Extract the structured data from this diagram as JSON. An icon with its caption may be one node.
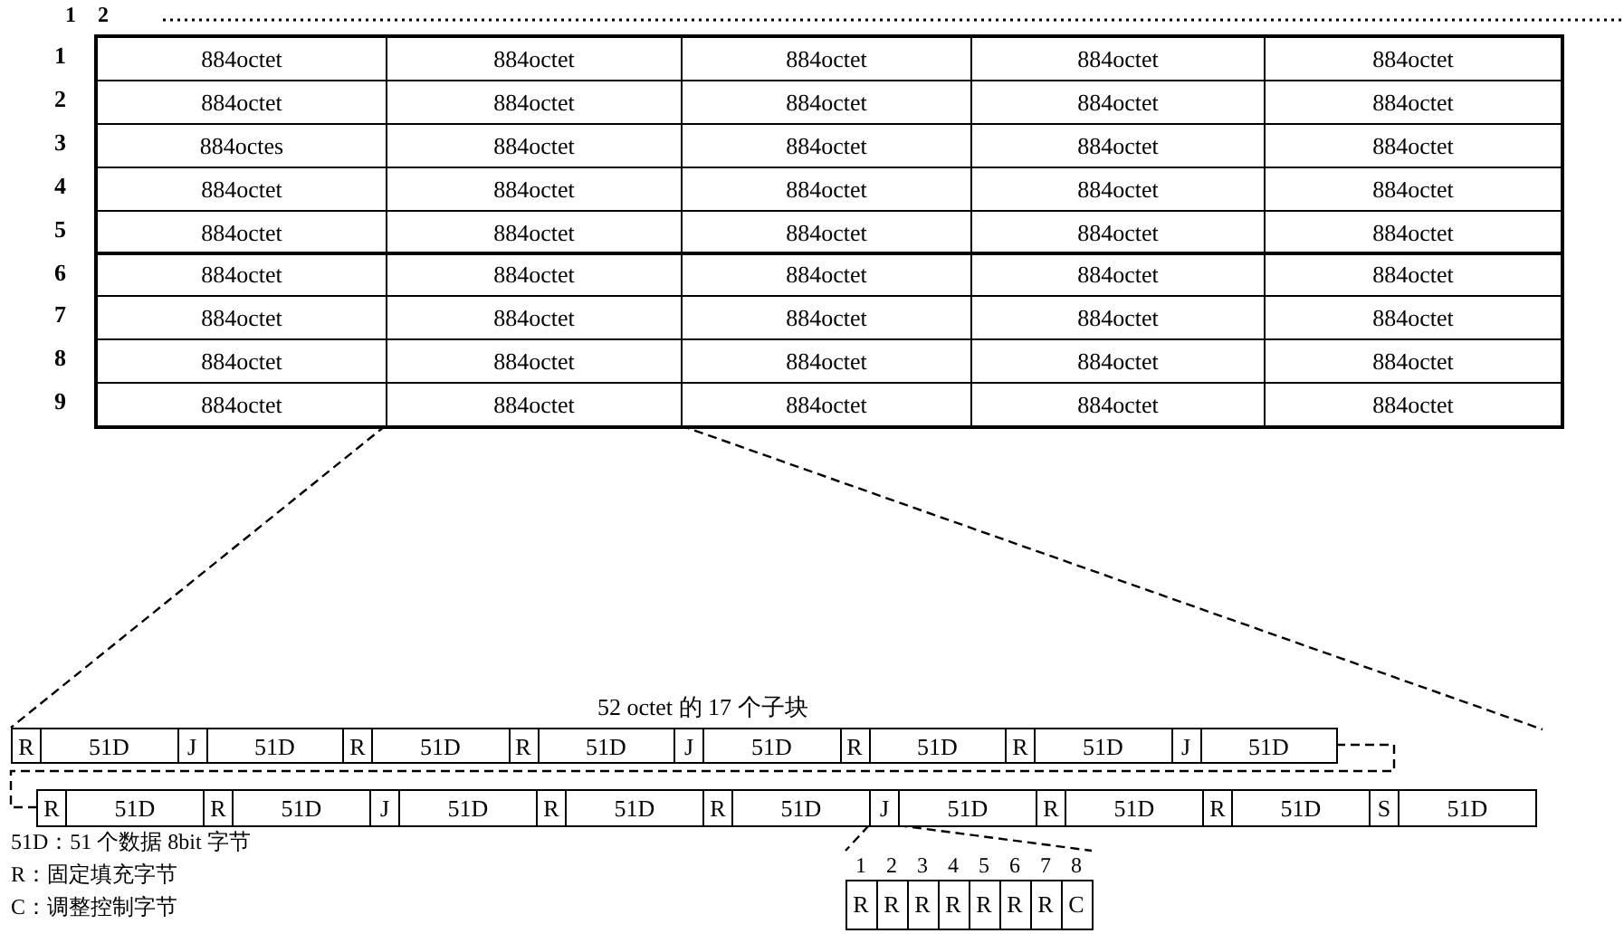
{
  "diagram": {
    "nodes": [
      {
        "text": [
          "884octet"
        ]
      },
      {
        "text": [
          "884octet"
        ]
      },
      {
        "text": [
          "884octet"
        ]
      },
      {
        "text": [
          "884octet"
        ]
      },
      {
        "text": [
          "884octet"
        ]
      },
      {
        "text": [
          "884octet"
        ]
      },
      {
        "text": [
          "884octet"
        ]
      },
      {
        "text": [
          "884octet"
        ]
      },
      {
        "text": [
          "884octet"
        ]
      },
      {
        "text": [
          "884octet"
        ]
      },
      {
        "text": [
          "884octes"
        ]
      },
      {
        "text": [
          "884octet"
        ]
      },
      {
        "text": [
          "884octet"
        ]
      },
      {
        "text": [
          "884octet"
        ]
      },
      {
        "text": [
          "884octet"
        ]
      },
      {
        "text": [
          "884octet"
        ]
      },
      {
        "text": [
          "884octet"
        ]
      },
      {
        "text": [
          "884octet"
        ]
      },
      {
        "text": [
          "884octet"
        ]
      },
      {
        "text": [
          "884octet"
        ]
      },
      {
        "text": [
          "884octet"
        ]
      },
      {
        "text": [
          "884octet"
        ]
      },
      {
        "text": [
          "884octet"
        ]
      },
      {
        "text": [
          "884octet"
        ]
      },
      {
        "text": [
          "884octet"
        ]
      },
      {
        "text": [
          "884octet"
        ]
      },
      {
        "text": [
          "884octet"
        ]
      },
      {
        "text": [
          "884octet"
        ]
      },
      {
        "text": [
          "884octet"
        ]
      },
      {
        "text": [
          "884octet"
        ]
      },
      {
        "text": [
          "884octet"
        ]
      },
      {
        "text": [
          "884octet"
        ]
      },
      {
        "text": [
          "884octet"
        ]
      },
      {
        "text": [
          "884octet"
        ]
      },
      {
        "text": [
          "884octet"
        ]
      },
      {
        "text": [
          "884octet"
        ]
      },
      {
        "text": [
          "884octet"
        ]
      },
      {
        "text": [
          "884octet"
        ]
      },
      {
        "text": [
          "884octet"
        ]
      },
      {
        "text": [
          "884octet"
        ]
      },
      {
        "text": [
          "884octet"
        ]
      },
      {
        "text": [
          "884octet"
        ]
      },
      {
        "text": [
          "884octet"
        ]
      },
      {
        "text": [
          "884octet"
        ]
      },
      {
        "text": [
          "884octet"
        ]
      },
      {
        "text": [
          "R"
        ]
      },
      {
        "text": [
          "51D"
        ]
      },
      {
        "text": [
          "J"
        ]
      },
      {
        "text": [
          "51D"
        ]
      },
      {
        "text": [
          "R"
        ]
      },
      {
        "text": [
          "51D"
        ]
      },
      {
        "text": [
          "R"
        ]
      },
      {
        "text": [
          "51D"
        ]
      },
      {
        "text": [
          "J"
        ]
      },
      {
        "text": [
          "51D"
        ]
      },
      {
        "text": [
          "R"
        ]
      },
      {
        "text": [
          "51D"
        ]
      },
      {
        "text": [
          "R"
        ]
      },
      {
        "text": [
          "51D"
        ]
      },
      {
        "text": [
          "J"
        ]
      },
      {
        "text": [
          "51D"
        ]
      },
      {
        "text": [
          "R"
        ]
      },
      {
        "text": [
          "51D"
        ]
      },
      {
        "text": [
          "R"
        ]
      },
      {
        "text": [
          "51D"
        ]
      },
      {
        "text": [
          "J"
        ]
      },
      {
        "text": [
          "51D"
        ]
      },
      {
        "text": [
          "R"
        ]
      },
      {
        "text": [
          "51D"
        ]
      },
      {
        "text": [
          "R"
        ]
      },
      {
        "text": [
          "51D"
        ]
      },
      {
        "text": [
          "J"
        ]
      },
      {
        "text": [
          "51D"
        ]
      },
      {
        "text": [
          "R"
        ]
      },
      {
        "text": [
          "51D"
        ]
      },
      {
        "text": [
          "R"
        ]
      },
      {
        "text": [
          "51D"
        ]
      },
      {
        "text": [
          "S"
        ]
      },
      {
        "text": [
          "51D"
        ]
      },
      {
        "text": [
          "R"
        ],
        "beside": [
          "1"
        ]
      },
      {
        "text": [
          "R"
        ],
        "beside": [
          "2"
        ]
      },
      {
        "text": [
          "R"
        ],
        "beside": [
          "3"
        ]
      },
      {
        "text": [
          "R"
        ],
        "beside": [
          "4"
        ]
      },
      {
        "text": [
          "R"
        ],
        "beside": [
          "5"
        ]
      },
      {
        "text": [
          "R"
        ],
        "beside": [
          "6"
        ]
      },
      {
        "text": [
          "R"
        ],
        "beside": [
          "7"
        ]
      },
      {
        "text": [
          "C"
        ],
        "beside": [
          "8"
        ]
      }
    ],
    "edges": [
      {
        "from": 41,
        "to": 45,
        "arrow": "none",
        "style": "dashed"
      },
      {
        "from": 41,
        "to": null,
        "arrow": "none",
        "style": "dashed"
      },
      {
        "from": 60,
        "to": 61,
        "arrow": "none",
        "style": "dashed"
      },
      {
        "from": 71,
        "to": 79,
        "arrow": "none",
        "style": "dashed"
      },
      {
        "from": 71,
        "to": 86,
        "arrow": "none",
        "style": "dashed"
      }
    ],
    "labels": [
      "1",
      "2",
      "1",
      "2",
      "3",
      "4",
      "5",
      "6",
      "7",
      "8",
      "9",
      "52 octet 的 17 个子块",
      "51D：51 个数据 8bit 字节",
      "R：固定填充字节",
      "C：调整控制字节"
    ]
  }
}
